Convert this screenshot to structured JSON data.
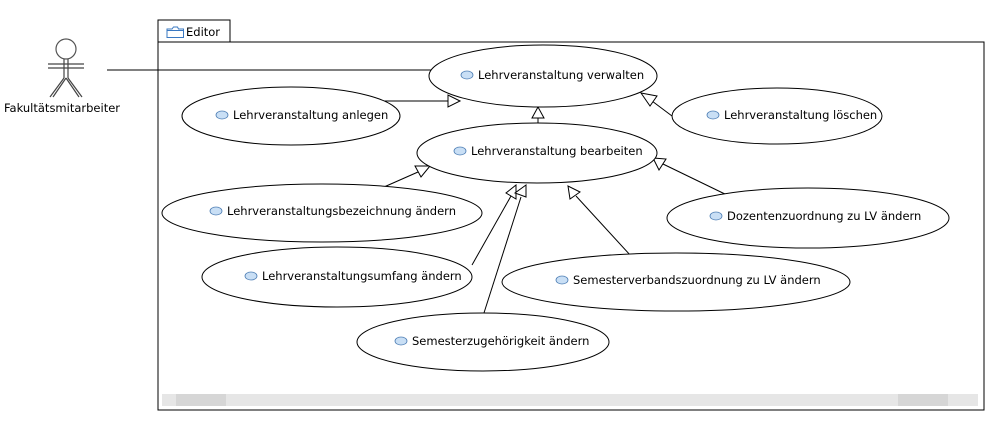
{
  "actor": {
    "label": "Fakultätsmitarbeiter"
  },
  "system": {
    "tab_label": "Editor"
  },
  "use_cases": {
    "verwalten": "Lehrveranstaltung verwalten",
    "anlegen": "Lehrveranstaltung anlegen",
    "loeschen": "Lehrveranstaltung löschen",
    "bearbeiten": "Lehrveranstaltung bearbeiten",
    "bezeichnung": "Lehrveranstaltungsbezeichnung ändern",
    "dozenten": "Dozentenzuordnung zu LV ändern",
    "umfang": "Lehrveranstaltungsumfang ändern",
    "semesterverband": "Semesterverbandszuordnung zu LV ändern",
    "semesterzugehoerigkeit": "Semesterzugehörigkeit ändern"
  },
  "colors": {
    "use_case_icon_fill": "#c9dff5",
    "use_case_icon_stroke": "#4f7fb5",
    "folder_icon": "#3a78c2",
    "scrollbar_track": "#e6e6e6",
    "scrollbar_thumb": "#d2d2d2"
  }
}
